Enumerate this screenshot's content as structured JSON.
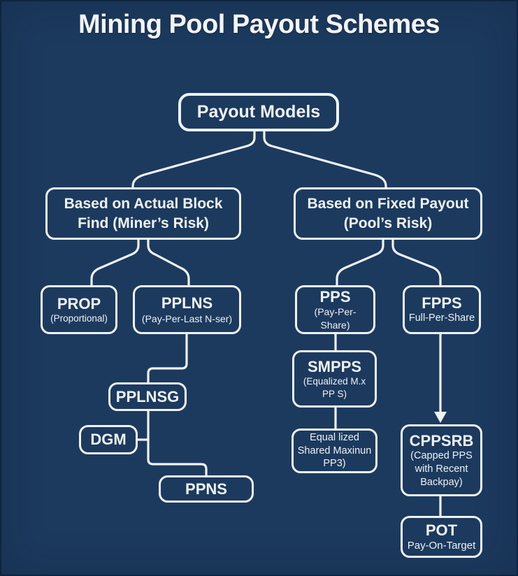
{
  "title": "Mining Pool Payout Schemes",
  "colors": {
    "background": "#1C3A5E",
    "line": "#EFF2F5"
  },
  "nodes": {
    "root": {
      "title": "Payout Models"
    },
    "miner_risk": {
      "line1": "Based on Actual Block",
      "line2": "Find (Miner’s Risk)"
    },
    "pool_risk": {
      "line1": "Based on Fixed Payout",
      "line2": "(Pool’s Risk)"
    },
    "prop": {
      "title": "PROP",
      "sub": "(Proportional)"
    },
    "pplns": {
      "title": "PPLNS",
      "sub": "(Pay-Per-Last N-ser)"
    },
    "pps": {
      "title": "PPS",
      "sub": "(Pay-Per-Share)"
    },
    "fpps": {
      "title": "FPPS",
      "sub": "Full-Per-Share"
    },
    "pplnsg": {
      "title": "PPLNSG"
    },
    "dgm": {
      "title": "DGM"
    },
    "ppns": {
      "title": "PPNS"
    },
    "smpps": {
      "title": "SMPPS",
      "lines": [
        "(Equalized M.x",
        "PP S)"
      ]
    },
    "eq_shared": {
      "lines": [
        "Equal lized",
        "Shared Maxinun",
        "PP3)"
      ]
    },
    "cppsrb": {
      "title": "CPPSRB",
      "lines": [
        "(Capped PPS",
        "with Recent",
        "Backpay)"
      ]
    },
    "pot": {
      "title": "POT",
      "sub": "Pay-On-Target"
    }
  }
}
